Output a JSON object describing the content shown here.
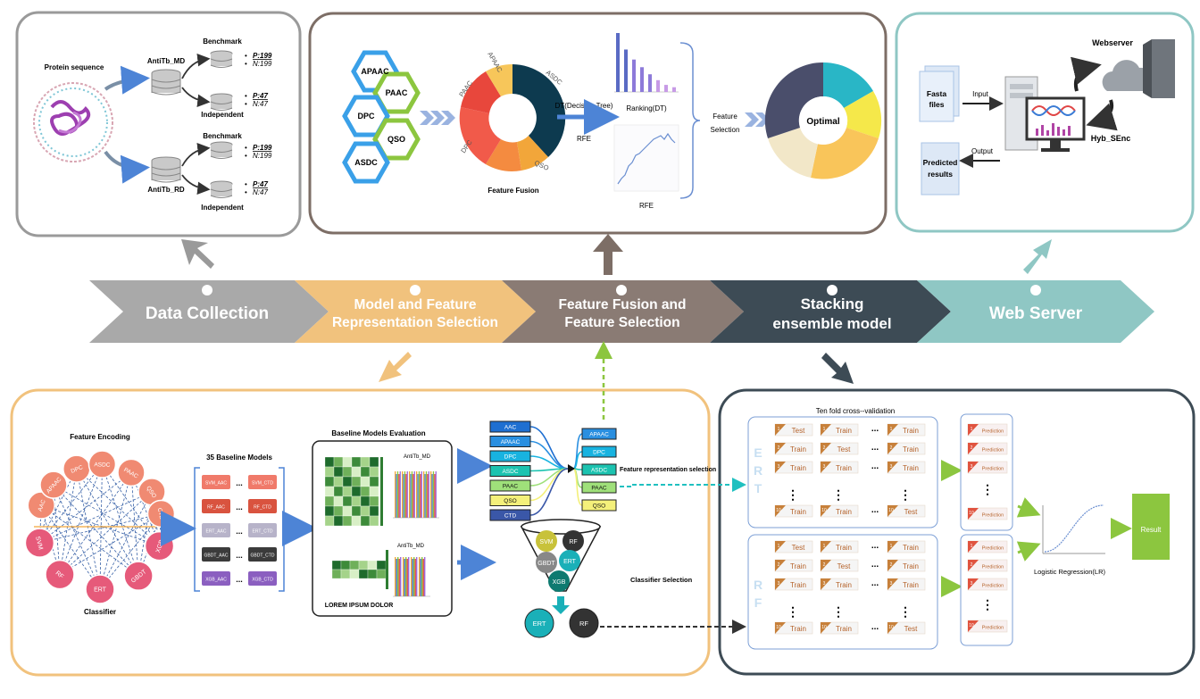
{
  "banner": [
    {
      "label": "Data Collection",
      "color": "#a9a9a9"
    },
    {
      "label_1": "Model and Feature",
      "label_2": "Representation Selection",
      "color": "#f1c27d"
    },
    {
      "label_1": "Feature Fusion and",
      "label_2": "Feature Selection",
      "color": "#8a7b74"
    },
    {
      "label_1": "Stacking",
      "label_2": "ensemble model",
      "color": "#3d4b55"
    },
    {
      "label": "Web Server",
      "color": "#8fc7c4"
    }
  ],
  "data_collection": {
    "protein_label": "Protein sequence",
    "dataset1": "AntiTb_MD",
    "dataset2": "AntiTb_RD",
    "benchmark": "Benchmark",
    "independent": "Independent",
    "bm1_p": "P:199",
    "bm1_n": "N:199",
    "ind1_p": "P:47",
    "ind1_n": "N:47",
    "bm2_p": "P:199",
    "bm2_n": "N:199",
    "ind2_p": "P:47",
    "ind2_n": "N:47"
  },
  "fusion": {
    "hexagons": [
      "APAAC",
      "PAAC",
      "DPC",
      "QSO",
      "ASDC"
    ],
    "donut_labels": [
      "APAAC",
      "ASDC",
      "PAAC",
      "DPC",
      "QSO"
    ],
    "feature_fusion": "Feature Fusion",
    "dt_label": "DT(Decision Tree)",
    "rfe_label": "RFE",
    "ranking_label": "Ranking(DT)",
    "rfe_plot_label": "RFE",
    "feature_selection_1": "Feature",
    "feature_selection_2": "Selection",
    "optimal": "Optimal",
    "ranking_bars": [
      1.0,
      0.72,
      0.55,
      0.42,
      0.3,
      0.2,
      0.12,
      0.08
    ]
  },
  "web_server": {
    "fasta_1": "Fasta",
    "fasta_2": "files",
    "input": "Input",
    "output": "Output",
    "predicted_1": "Predicted",
    "predicted_2": "results",
    "webserver": "Webserver",
    "hyb": "Hyb_SEnc"
  },
  "model_selection": {
    "feature_encoding": "Feature Encoding",
    "classifier": "Classifier",
    "encodings": [
      "AAC",
      "APAAC",
      "DPC",
      "ASDC",
      "PAAC",
      "QSO",
      "CTD"
    ],
    "classifiers": [
      "SVM",
      "RF",
      "ERT",
      "GBDT",
      "XGB"
    ],
    "baseline_title": "35 Baseline Models",
    "baseline_models": [
      {
        "left": "SVM_AAC",
        "right": "SVM_CTD",
        "color": "#f07a6a"
      },
      {
        "left": "RF_AAC",
        "right": "RF_CTD",
        "color": "#d9533f"
      },
      {
        "left": "ERT_AAC",
        "right": "ERT_CTD",
        "color": "#b7b3c9"
      },
      {
        "left": "GBDT_AAC",
        "right": "GBDT_CTD",
        "color": "#3b3b3b"
      },
      {
        "left": "XGB_AAC",
        "right": "XGB_CTD",
        "color": "#8b5fc0"
      }
    ],
    "ellipsis": "...",
    "eval_title": "Baseline Models Evaluation",
    "chart1_title": "AntiTb_MD",
    "chart2_title": "AntiTb_MD",
    "lorem": "LOREM IPSUM DOLOR",
    "feat_left": [
      "AAC",
      "APAAC",
      "DPC",
      "ASDC",
      "PAAC",
      "QSO",
      "CTD"
    ],
    "feat_left_colors": [
      "#1f6fd1",
      "#2a8fe0",
      "#18b3e0",
      "#1cc3b0",
      "#9fe07a",
      "#f4f07a",
      "#3a57a8"
    ],
    "feat_right": [
      "APAAC",
      "DPC",
      "ASDC",
      "PAAC",
      "QSO"
    ],
    "feat_right_colors": [
      "#2a8fe0",
      "#18b3e0",
      "#1cc3b0",
      "#9fe07a",
      "#f4f07a"
    ],
    "feat_selection_label": "Feature representation selection",
    "classifier_selection": "Classifier Selection",
    "funnel": [
      "SVM",
      "RF",
      "GBDT",
      "ERT",
      "XGB"
    ],
    "selected": [
      "ERT",
      "RF"
    ]
  },
  "stacking": {
    "cv_title": "Ten fold cross--validation",
    "ert_letters": [
      "E",
      "R",
      "T"
    ],
    "rf_letters": [
      "R",
      "F"
    ],
    "test": "Test",
    "train": "Train",
    "prediction": "Prediction",
    "dots": "...",
    "vdots": "⋮",
    "lr_label": "Logistic Regression(LR)",
    "result": "Result"
  }
}
